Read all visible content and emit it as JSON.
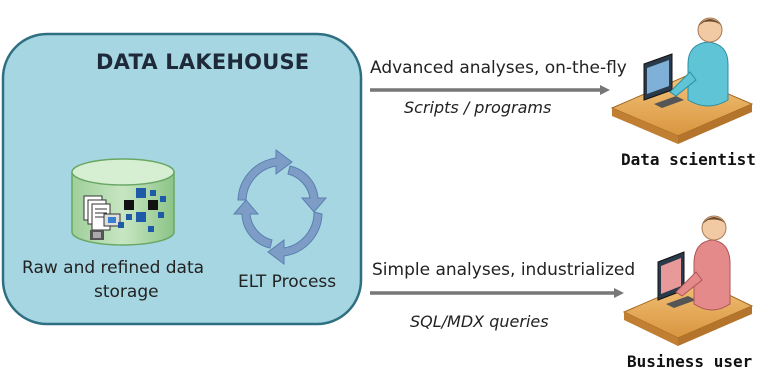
{
  "lakehouse": {
    "title": "DATA LAKEHOUSE",
    "storage_label_line1": "Raw and refined data",
    "storage_label_line2": "storage",
    "process_label": "ELT Process"
  },
  "flows": [
    {
      "label": "Advanced analyses, on-the-fly",
      "sublabel": "Scripts / programs"
    },
    {
      "label": "Simple analyses, industrialized",
      "sublabel": "SQL/MDX queries"
    }
  ],
  "users": [
    {
      "label": "Data scientist",
      "icon": "data-scientist-workstation-icon",
      "color": "#5fc4d6"
    },
    {
      "label": "Business user",
      "icon": "business-user-workstation-icon",
      "color": "#e58a8a"
    }
  ],
  "colors": {
    "lakehouse_fill": "#a6d6e2",
    "lakehouse_stroke": "#2f6f82",
    "arrow": "#777777",
    "cycle": "#7d9cc6"
  }
}
